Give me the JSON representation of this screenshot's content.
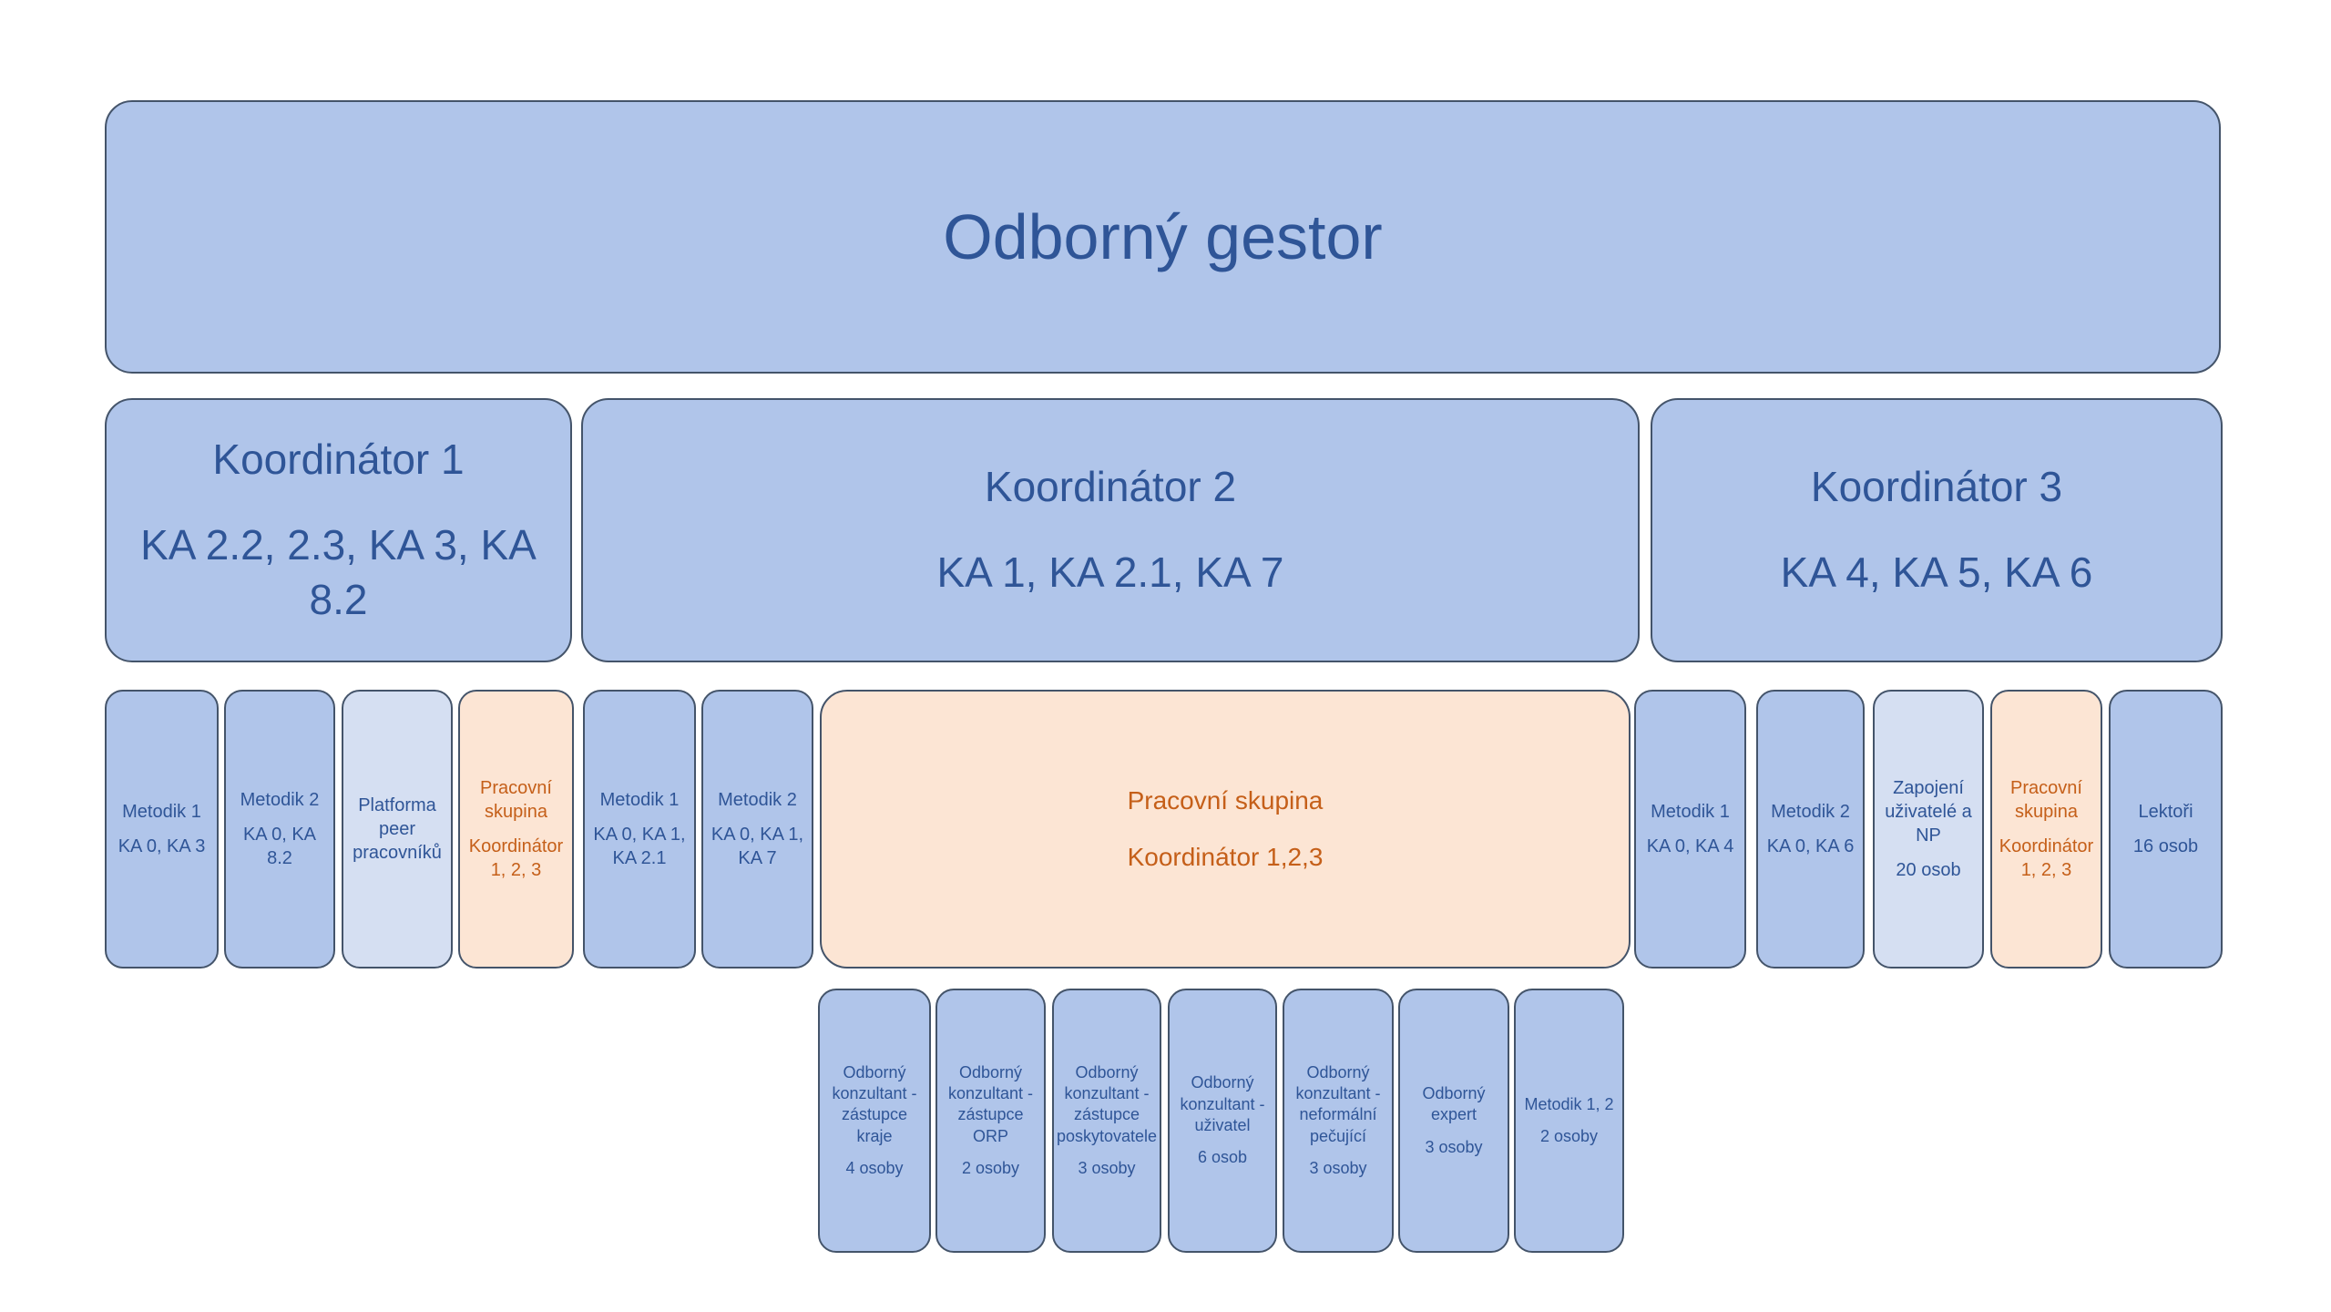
{
  "title": {
    "label": "Odborný gestor"
  },
  "coordinators": [
    {
      "title": "Koordinátor 1",
      "subtitle": "KA 2.2, 2.3, KA 3, KA 8.2"
    },
    {
      "title": "Koordinátor 2",
      "subtitle": "KA 1, KA 2.1, KA 7"
    },
    {
      "title": "Koordinátor 3",
      "subtitle": "KA 4, KA 5, KA 6"
    }
  ],
  "row3": [
    {
      "title": "Metodik 1",
      "detail": "KA 0, KA 3"
    },
    {
      "title": "Metodik 2",
      "detail": "KA 0, KA 8.2"
    },
    {
      "title": "Platforma peer pracovníků"
    },
    {
      "title": "Pracovní skupina",
      "detail": "Koordinátor 1, 2, 3"
    },
    {
      "title": "Metodik 1",
      "detail": "KA 0, KA 1, KA 2.1"
    },
    {
      "title": "Metodik 2",
      "detail": "KA 0, KA 1, KA 7"
    },
    {
      "title": "Pracovní skupina",
      "detail": "Koordinátor 1,2,3"
    },
    {
      "title": "Metodik 1",
      "detail": "KA 0, KA 4"
    },
    {
      "title": "Metodik 2",
      "detail": "KA 0, KA 6"
    },
    {
      "title": "Zapojení uživatelé a NP",
      "detail": "20 osob"
    },
    {
      "title": "Pracovní skupina",
      "detail": "Koordinátor 1, 2, 3"
    },
    {
      "title": "Lektoři",
      "detail": "16 osob"
    }
  ],
  "row4": [
    {
      "title": "Odborný konzultant - zástupce kraje",
      "detail": "4 osoby"
    },
    {
      "title": "Odborný konzultant - zástupce ORP",
      "detail": "2 osoby"
    },
    {
      "title": "Odborný konzultant - zástupce poskytovatele",
      "detail": "3 osoby"
    },
    {
      "title": "Odborný konzultant - uživatel",
      "detail": "6 osob"
    },
    {
      "title": "Odborný konzultant - neformální pečující",
      "detail": "3 osoby"
    },
    {
      "title": "Odborný expert",
      "detail": "3 osoby"
    },
    {
      "title": "Metodik 1, 2",
      "detail": "2 osoby"
    }
  ],
  "colors": {
    "box_blue": "#b0c5ea",
    "box_light": "#d5dff2",
    "box_orange": "#fce5d4",
    "text_blue": "#2f5597",
    "text_orange": "#c55f19",
    "border": "#44546a",
    "background": "#ffffff"
  }
}
